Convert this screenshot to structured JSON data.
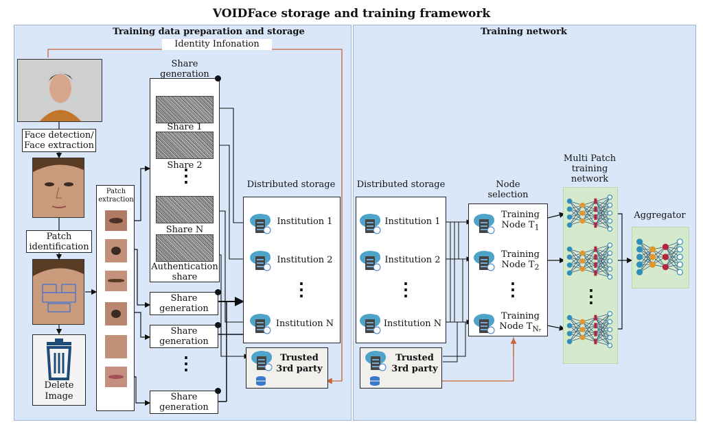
{
  "title": "VOIDFace storage and training framework",
  "left_panel": {
    "title": "Training data preparation and storage",
    "identity_label": "Identity Infonation",
    "face_detection_label": "Face detection/ Face extraction",
    "patch_identification_label": "Patch identification",
    "delete_label": "Delete Image",
    "patch_extraction_label": "Patch extraction",
    "share_generation_header": "Share generation",
    "shares": [
      "Share 1",
      "Share 2",
      "Share N"
    ],
    "auth_share_label": "Authentication share",
    "share_generation_boxes": [
      "Share generation",
      "Share generation",
      "Share generation"
    ],
    "distributed_storage_label": "Distributed storage",
    "institutions": [
      "Institution 1",
      "Institution 2",
      "Institution N"
    ],
    "trusted_label": "Trusted 3rd party"
  },
  "right_panel": {
    "title": "Training network",
    "distributed_storage_label": "Distributed storage",
    "institutions": [
      "Institution 1",
      "Institution 2",
      "Institution N"
    ],
    "trusted_label": "Trusted 3rd party",
    "node_selection_label": "Node selection",
    "nodes": [
      {
        "label": "Training Node T",
        "sub": "1"
      },
      {
        "label": "Training Node T",
        "sub": "2"
      },
      {
        "label": "Training Node T",
        "sub": "Nᵣ"
      }
    ],
    "multipatch_label": "Multi Patch training network",
    "aggregator_label": "Aggregator"
  },
  "colors": {
    "identity_line": "#c8643a",
    "panel": "#d9e7f8",
    "green": "#d5e9cc",
    "cloud": "#4fa3c8"
  }
}
